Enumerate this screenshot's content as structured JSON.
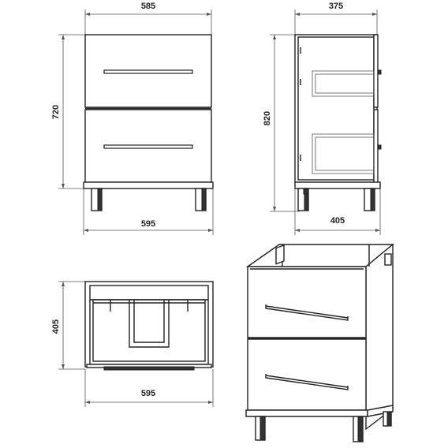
{
  "dimensions": {
    "front_width_top": "585",
    "front_height": "720",
    "front_width_bottom": "595",
    "side_depth_top": "375",
    "side_height": "820",
    "side_depth_bottom": "405",
    "plan_depth": "405",
    "plan_width": "595"
  },
  "colors": {
    "line": "#222222",
    "background": "#ffffff"
  }
}
